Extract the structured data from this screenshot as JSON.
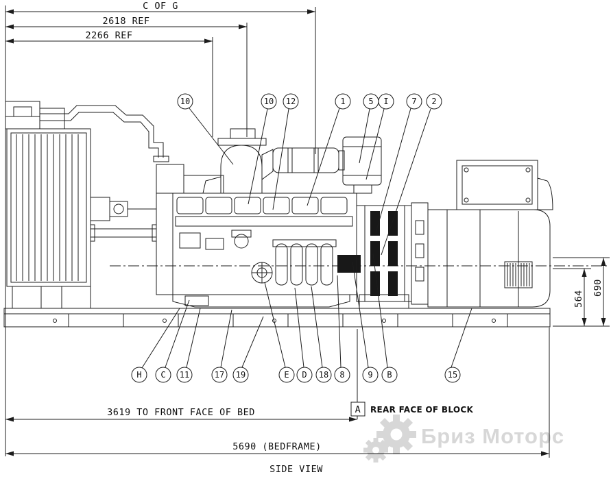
{
  "view_label": "SIDE VIEW",
  "dims": {
    "cog": "C OF G",
    "ref_2618": "2618 REF",
    "ref_2266": "2266 REF",
    "bed_3619": "3619 TO FRONT FACE OF BED",
    "bedframe_5690": "5690 (BEDFRAME)",
    "height_690": "690",
    "height_564": "564"
  },
  "notes": {
    "rear_face_tag": "A",
    "rear_face_text": "REAR FACE OF BLOCK"
  },
  "callouts": {
    "top": [
      {
        "label": "10"
      },
      {
        "label": "10"
      },
      {
        "label": "12"
      },
      {
        "label": "1"
      },
      {
        "label": "5"
      },
      {
        "label": "I"
      },
      {
        "label": "7"
      },
      {
        "label": "2"
      }
    ],
    "bottom": [
      {
        "label": "H"
      },
      {
        "label": "C"
      },
      {
        "label": "11"
      },
      {
        "label": "17"
      },
      {
        "label": "19"
      },
      {
        "label": "E"
      },
      {
        "label": "D"
      },
      {
        "label": "18"
      },
      {
        "label": "8"
      },
      {
        "label": "9"
      },
      {
        "label": "B"
      },
      {
        "label": "15"
      }
    ]
  },
  "watermark": {
    "text": "Бриз Моторс"
  },
  "colors": {
    "line": "#1c1c1c",
    "watermark": "#d7d7d7"
  }
}
